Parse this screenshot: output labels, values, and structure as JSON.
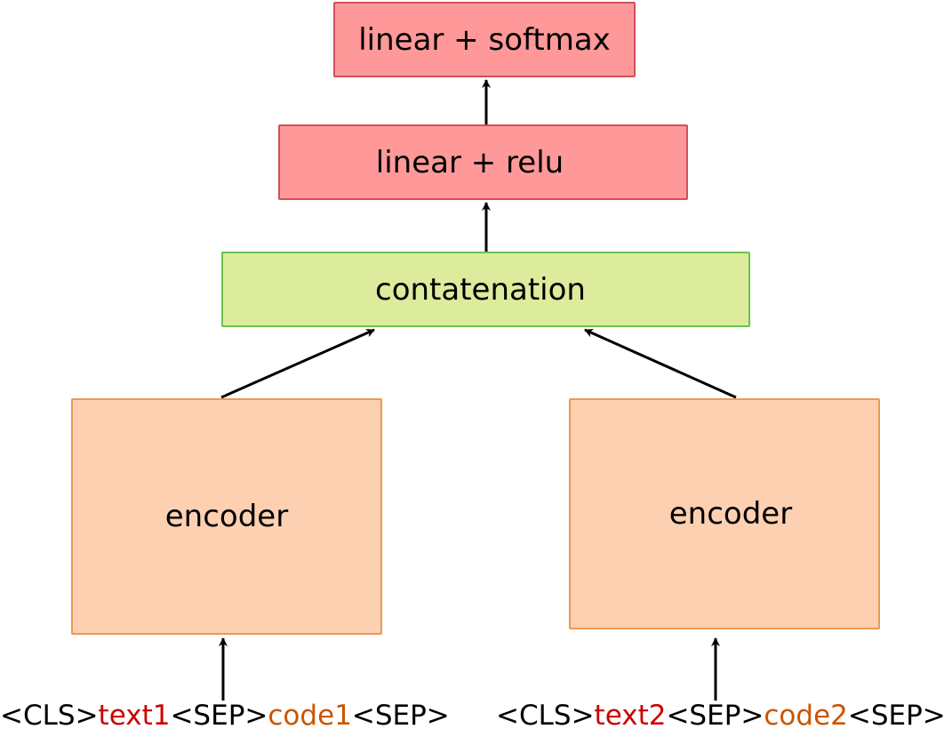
{
  "boxes": {
    "softmax": "linear + softmax",
    "relu": "linear + relu",
    "concat": "contatenation",
    "encoder_left": "encoder",
    "encoder_right": "encoder"
  },
  "inputs": {
    "left": {
      "cls": "<CLS>",
      "text": "text1",
      "sep1": "<SEP>",
      "code": "code1",
      "sep2": "<SEP>"
    },
    "right": {
      "cls": "<CLS>",
      "text": "text2",
      "sep1": "<SEP>",
      "code": "code2",
      "sep2": "<SEP>"
    }
  },
  "colors": {
    "head_fill": "#ff9999",
    "head_border": "#d14f5c",
    "concat_fill": "#dcec9c",
    "concat_border": "#6cc24a",
    "encoder_fill": "#fdd0b2",
    "encoder_border": "#ea9a52",
    "text_token": "#cc0000",
    "code_token": "#cc5500"
  }
}
